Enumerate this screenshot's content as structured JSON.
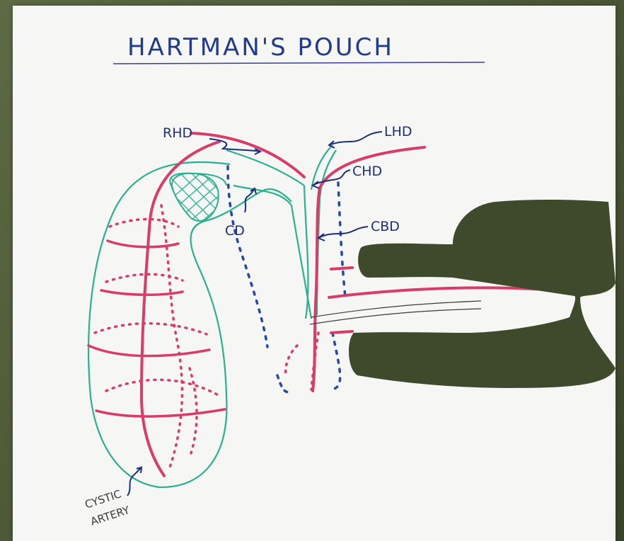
{
  "diagram": {
    "title": "HARTMAN'S POUCH",
    "labels": {
      "rhd": "RHD",
      "lhd": "LHD",
      "chd": "CHD",
      "cbd": "CBD",
      "cd": "CD",
      "cystic_artery_line1": "CYSTIC",
      "cystic_artery_line2": "ARTERY"
    },
    "colors": {
      "artery": "#d83d6a",
      "duct": "#2ab08f",
      "dotted_duct": "#2448a8",
      "ink": "#1e2f7a",
      "hatch": "#2ab08f",
      "background": "#4a5535",
      "paper": "#f6f6f4",
      "redaction": "#3f4a2c"
    }
  }
}
